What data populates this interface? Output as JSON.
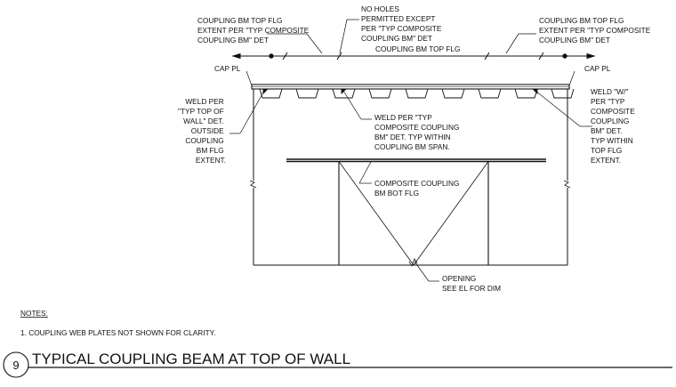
{
  "drawing": {
    "labels": {
      "coupling_top_left": [
        "COUPLING BM TOP FLG",
        "EXTENT PER \"TYP COMPOSITE",
        "COUPLING BM\" DET"
      ],
      "no_holes": [
        "NO HOLES",
        "PERMITTED EXCEPT",
        "PER \"TYP COMPOSITE",
        "COUPLING BM\" DET"
      ],
      "coupling_top_right": [
        "COUPLING BM TOP FLG",
        "EXTENT PER \"TYP COMPOSITE",
        "COUPLING BM\" DET"
      ],
      "top_flange": "COUPLING BM TOP FLG",
      "cap_pl_left": "CAP PL",
      "cap_pl_right": "CAP PL",
      "weld_left": [
        "WELD PER",
        "\"TYP TOP OF",
        "WALL\" DET.",
        "OUTSIDE",
        "COUPLING",
        "BM FLG",
        "EXTENT."
      ],
      "weld_center": [
        "WELD PER \"TYP",
        "COMPOSITE COUPLING",
        "BM\" DET.  TYP WITHIN",
        "COUPLING BM SPAN."
      ],
      "weld_right": [
        "WELD \"W/\"",
        "PER \"TYP",
        "COMPOSITE",
        "COUPLING",
        "BM\" DET.",
        "TYP WITHIN",
        "TOP FLG",
        "EXTENT."
      ],
      "bot_flange": [
        "COMPOSITE COUPLING",
        "BM BOT FLG"
      ],
      "opening": [
        "OPENING",
        "SEE EL FOR DIM"
      ]
    },
    "notes_title": "NOTES:",
    "notes": [
      "1.   COUPLING WEB PLATES NOT SHOWN FOR CLARITY."
    ],
    "detail_number": "9",
    "detail_title": "TYPICAL COUPLING BEAM AT TOP OF WALL"
  }
}
